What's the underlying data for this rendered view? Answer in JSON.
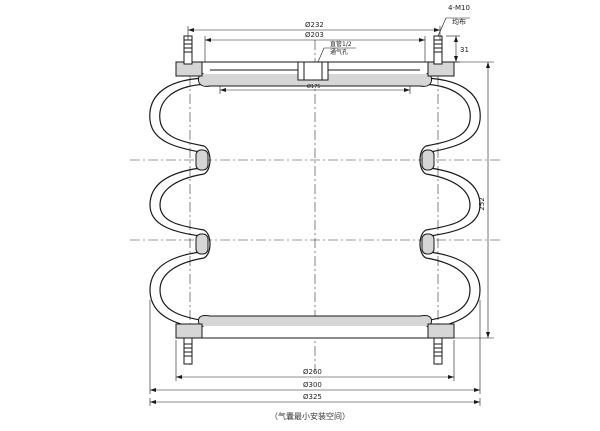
{
  "colors": {
    "line": "#1a1a1a",
    "fill": "#d6d6d6",
    "background": "#ffffff"
  },
  "dimensions": {
    "d232": "Ø232",
    "d203": "Ø203",
    "d175": "Ø175",
    "d260": "Ø260",
    "d300": "Ø300",
    "d325": "Ø325",
    "height": "252",
    "bolt_spec": "4-M10",
    "bolt_note": "均布",
    "bolt_height": "31"
  },
  "notes": {
    "inlet_line1": "直管1/2",
    "inlet_line2": "通气孔"
  },
  "caption": "（气囊最小安装空间）"
}
